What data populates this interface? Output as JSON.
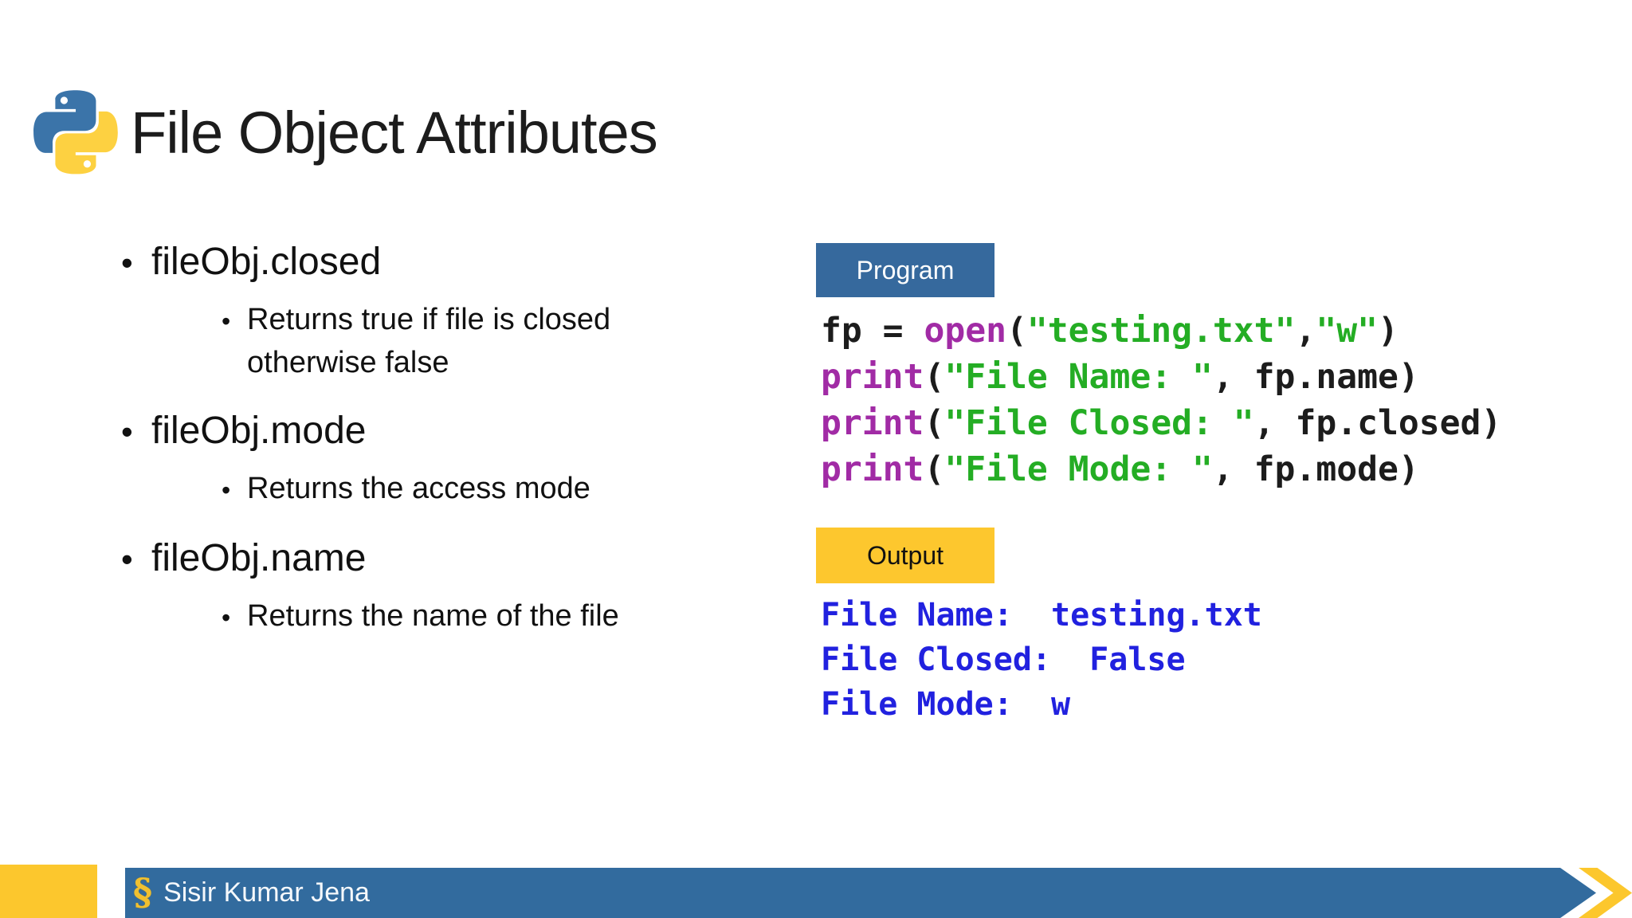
{
  "slide": {
    "title": "File Object Attributes",
    "bullets": [
      {
        "label": "fileObj.closed",
        "desc": "Returns true if file is closed otherwise false"
      },
      {
        "label": "fileObj.mode",
        "desc": "Returns the access mode"
      },
      {
        "label": "fileObj.name",
        "desc": "Returns the name of the file"
      }
    ],
    "program": {
      "label": "Program",
      "lines": [
        [
          {
            "t": "fp = ",
            "k": "plain"
          },
          {
            "t": "open",
            "k": "keyword"
          },
          {
            "t": "(",
            "k": "plain"
          },
          {
            "t": "\"testing.txt\"",
            "k": "string"
          },
          {
            "t": ",",
            "k": "plain"
          },
          {
            "t": "\"w\"",
            "k": "string"
          },
          {
            "t": ")",
            "k": "plain"
          }
        ],
        [
          {
            "t": "print",
            "k": "keyword"
          },
          {
            "t": "(",
            "k": "plain"
          },
          {
            "t": "\"File Name: \"",
            "k": "string"
          },
          {
            "t": ", fp.name)",
            "k": "plain"
          }
        ],
        [
          {
            "t": "print",
            "k": "keyword"
          },
          {
            "t": "(",
            "k": "plain"
          },
          {
            "t": "\"File Closed: \"",
            "k": "string"
          },
          {
            "t": ", fp.closed)",
            "k": "plain"
          }
        ],
        [
          {
            "t": "print",
            "k": "keyword"
          },
          {
            "t": "(",
            "k": "plain"
          },
          {
            "t": "\"File Mode: \"",
            "k": "string"
          },
          {
            "t": ", fp.mode)",
            "k": "plain"
          }
        ]
      ]
    },
    "output": {
      "label": "Output",
      "lines": [
        "File Name:  testing.txt",
        "File Closed:  False",
        "File Mode:  w"
      ]
    },
    "footer": {
      "author": "Sisir Kumar Jena",
      "logo_glyph": "§"
    },
    "icons": {
      "header": "python-logo-icon",
      "footer": "dragon-logo-icon",
      "footer_right": "arrow-chevron-icon"
    },
    "colors": {
      "keyword": "#a12ba5",
      "string": "#24ad24",
      "code_plain": "#1c1c1c",
      "output_text": "#2121df",
      "program_label_bg": "#36699d",
      "output_label_bg": "#fdc72e",
      "footer_bar_blue": "#326b9e",
      "accent_yellow": "#fcc72d",
      "title_text": "#1c1c1c",
      "python_blue": "#3b74a9",
      "python_yellow": "#fdd141"
    }
  }
}
